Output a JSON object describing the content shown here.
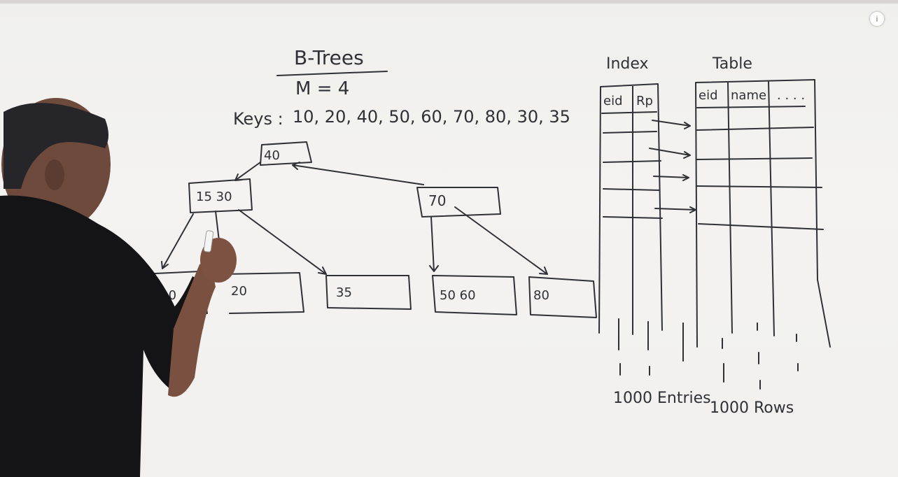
{
  "whiteboard": {
    "title": "B-Trees",
    "order": "M = 4",
    "keys_label": "Keys :",
    "keys": "10, 20, 40, 50, 60, 70, 80, 30, 35",
    "tree": {
      "root": "40",
      "left_internal": "15  30",
      "right_internal": "70",
      "leaves": [
        "5  10",
        "20",
        "35",
        "50  60",
        "80"
      ]
    },
    "index": {
      "title": "Index",
      "columns": [
        "eid",
        "Rp"
      ],
      "caption": "1000 Entries"
    },
    "table": {
      "title": "Table",
      "columns": [
        "eid",
        "name",
        ". . . ."
      ],
      "caption": "1000 Rows"
    }
  },
  "player": {
    "info_icon": "i"
  }
}
